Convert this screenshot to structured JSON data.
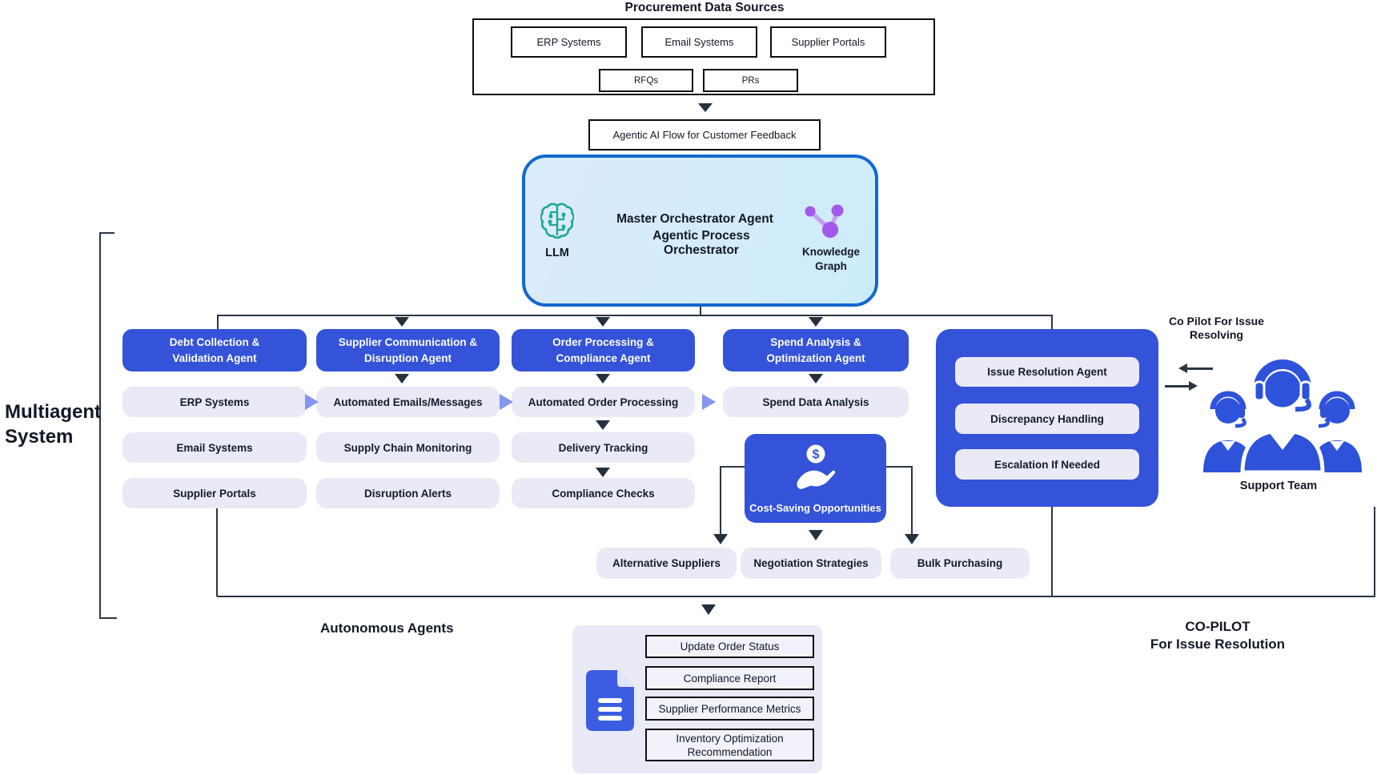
{
  "colors": {
    "accent_blue": "#3453d9",
    "pill_lavender": "#e9eaf6",
    "connector_dark": "#2b3642",
    "periwinkle_arrow": "#8396f0",
    "orchestrator_border": "#1268cf",
    "orchestrator_fill": "#d7ebfa",
    "llm_icon_teal": "#1ca98f",
    "knowledge_graph_purple": "#a259ea",
    "document_icon_blue": "#3c5de2"
  },
  "sources": {
    "title": "Procurement Data Sources",
    "row1": [
      "ERP Systems",
      "Email Systems",
      "Supplier Portals"
    ],
    "row2": [
      "RFQs",
      "PRs"
    ]
  },
  "agentic_flow": {
    "label": "Agentic AI Flow for Customer Feedback"
  },
  "orchestrator": {
    "llm_label": "LLM",
    "title": "Master Orchestrator Agent",
    "subtitle_line1": "Agentic Process",
    "subtitle_line2": "Orchestrator",
    "kg_line1": "Knowledge",
    "kg_line2": "Graph"
  },
  "left_labels": {
    "multiagent_line1": "Multiagent",
    "multiagent_line2": "System",
    "autonomous_agents": "Autonomous Agents"
  },
  "columns": [
    {
      "header_line1": "Debt Collection &",
      "header_line2": "Validation Agent",
      "items": [
        "ERP Systems",
        "Email Systems",
        "Supplier Portals"
      ]
    },
    {
      "header_line1": "Supplier Communication &",
      "header_line2": "Disruption Agent",
      "items": [
        "Automated Emails/Messages",
        "Supply Chain Monitoring",
        "Disruption Alerts"
      ]
    },
    {
      "header_line1": "Order Processing &",
      "header_line2": "Compliance Agent",
      "items": [
        "Automated Order Processing",
        "Delivery Tracking",
        "Compliance Checks"
      ]
    },
    {
      "header_line1": "Spend Analysis &",
      "header_line2": "Optimization Agent",
      "items": [
        "Spend Data Analysis"
      ]
    }
  ],
  "cost_saving": {
    "label": "Cost-Saving Opportunities",
    "branches": [
      "Alternative Suppliers",
      "Negotiation Strategies",
      "Bulk Purchasing"
    ]
  },
  "issue_panel": {
    "items": [
      "Issue Resolution Agent",
      "Discrepancy Handling",
      "Escalation If Needed"
    ]
  },
  "co_pilot": {
    "note_line1": "Co Pilot For Issue",
    "note_line2": "Resolving",
    "support_team_label": "Support Team",
    "footer_line1": "CO-PILOT",
    "footer_line2": "For Issue Resolution"
  },
  "outputs": {
    "items": [
      "Update Order Status",
      "Compliance Report",
      "Supplier Performance Metrics",
      "Inventory Optimization Recommendation"
    ]
  }
}
